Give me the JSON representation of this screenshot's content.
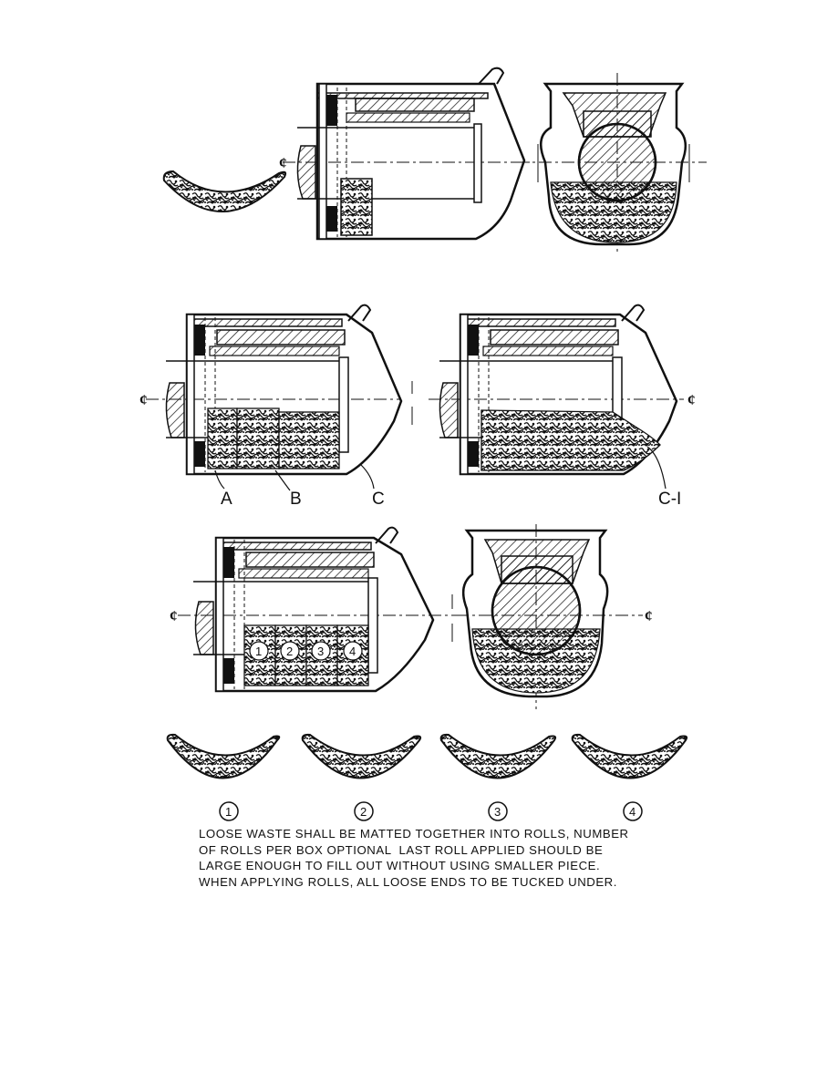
{
  "labels": {
    "centerline": "¢",
    "part_a": "A",
    "part_b": "B",
    "part_c": "C",
    "part_c1": "C-I",
    "roll_1": "1",
    "roll_2": "2",
    "roll_3": "3",
    "roll_4": "4"
  },
  "note": {
    "lines": [
      "LOOSE WASTE SHALL BE MATTED TOGETHER INTO ROLLS, NUMBER",
      "OF ROLLS PER BOX OPTIONAL  LAST ROLL APPLIED SHOULD BE",
      "LARGE ENOUGH TO FILL OUT WITHOUT USING SMALLER PIECE.",
      "WHEN APPLYING ROLLS, ALL LOOSE ENDS TO BE TUCKED UNDER."
    ]
  }
}
